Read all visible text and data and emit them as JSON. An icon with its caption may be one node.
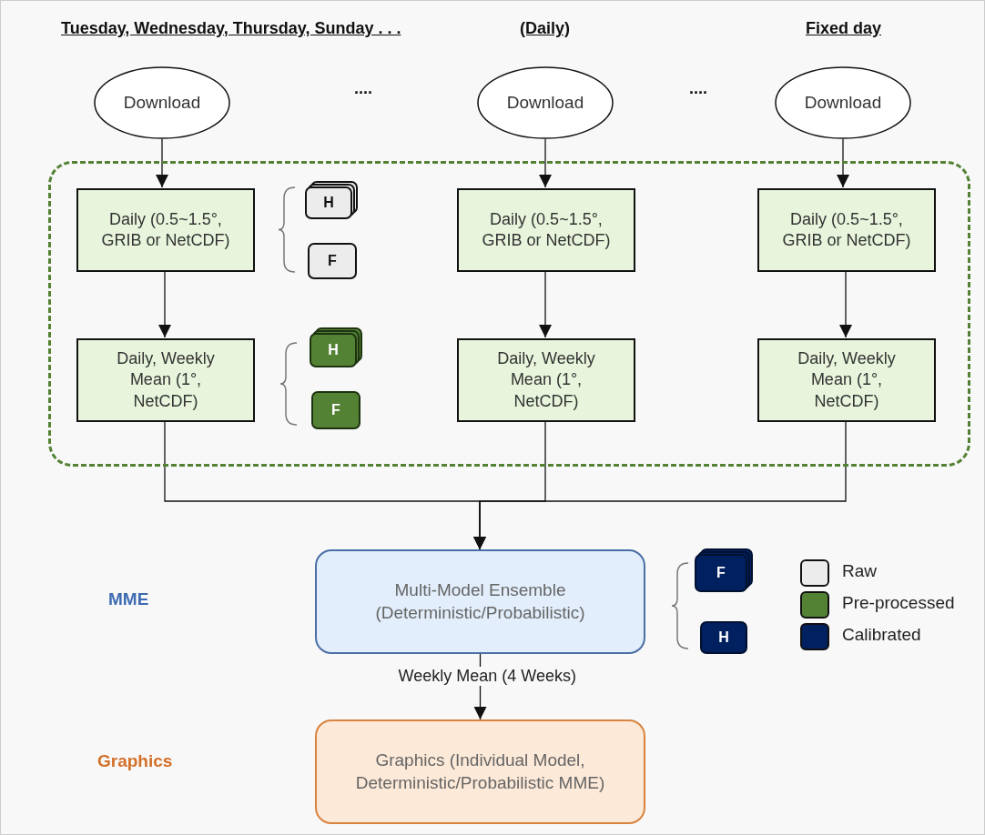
{
  "diagram": {
    "nodes": [
      {
        "text": [
          "Download"
        ]
      },
      {
        "text": [
          "Download"
        ]
      },
      {
        "text": [
          "Download"
        ]
      },
      {
        "text": [],
        "shape": "box"
      },
      {
        "text": [
          "Daily (0.5~1.5°, GRIB or NetCDF)"
        ],
        "in": 3
      },
      {
        "text": [
          "Daily (0.5~1.5°, GRIB or NetCDF)"
        ],
        "in": 3
      },
      {
        "text": [
          "Daily (0.5~1.5°, GRIB or NetCDF)"
        ],
        "in": 3
      },
      {
        "text": [
          "Daily, Weekly Mean (1°, NetCDF)"
        ],
        "in": 3
      },
      {
        "text": [
          "Daily, Weekly Mean (1°, NetCDF)"
        ],
        "in": 3
      },
      {
        "text": [
          "Daily, Weekly Mean (1°, NetCDF)"
        ],
        "in": 3
      },
      {
        "text": [
          "H"
        ],
        "in": 3
      },
      {
        "text": [
          "F"
        ],
        "in": 3
      },
      {
        "text": [
          "H"
        ],
        "in": 3
      },
      {
        "text": [
          "F"
        ],
        "in": 3
      },
      {
        "text": [
          "Multi-Model Ensemble (Deterministic/Probabilistic)"
        ]
      },
      {
        "text": [
          "F"
        ]
      },
      {
        "text": [
          "H"
        ]
      },
      {
        "text": [
          "Graphics (Individual Model, Deterministic/Probabilistic MME)"
        ]
      }
    ],
    "edges": [
      {
        "from": 0,
        "to": 4,
        "arrow": "to"
      },
      {
        "from": 1,
        "to": 5,
        "arrow": "to"
      },
      {
        "from": 2,
        "to": 6,
        "arrow": "to"
      },
      {
        "from": 4,
        "to": 7,
        "arrow": "to"
      },
      {
        "from": 5,
        "to": 8,
        "arrow": "to"
      },
      {
        "from": 6,
        "to": 9,
        "arrow": "to"
      },
      {
        "from": 7,
        "to": 14,
        "arrow": "to"
      },
      {
        "from": 8,
        "to": 14,
        "arrow": "to"
      },
      {
        "from": 9,
        "to": 14,
        "arrow": "to"
      },
      {
        "from": 14,
        "to": 17,
        "arrow": "to",
        "label": "Weekly Mean (4 Weeks)"
      }
    ],
    "labels": [
      "Tuesday, Wednesday, Thursday, Sunday . . .",
      "(Daily)",
      "Fixed day",
      "....",
      "....",
      "MME",
      "Graphics"
    ],
    "legend": [
      {
        "text": "Raw",
        "color": "#ececec"
      },
      {
        "text": "Pre-processed",
        "color": "#548235"
      },
      {
        "text": "Calibrated",
        "color": "#002060"
      }
    ]
  }
}
